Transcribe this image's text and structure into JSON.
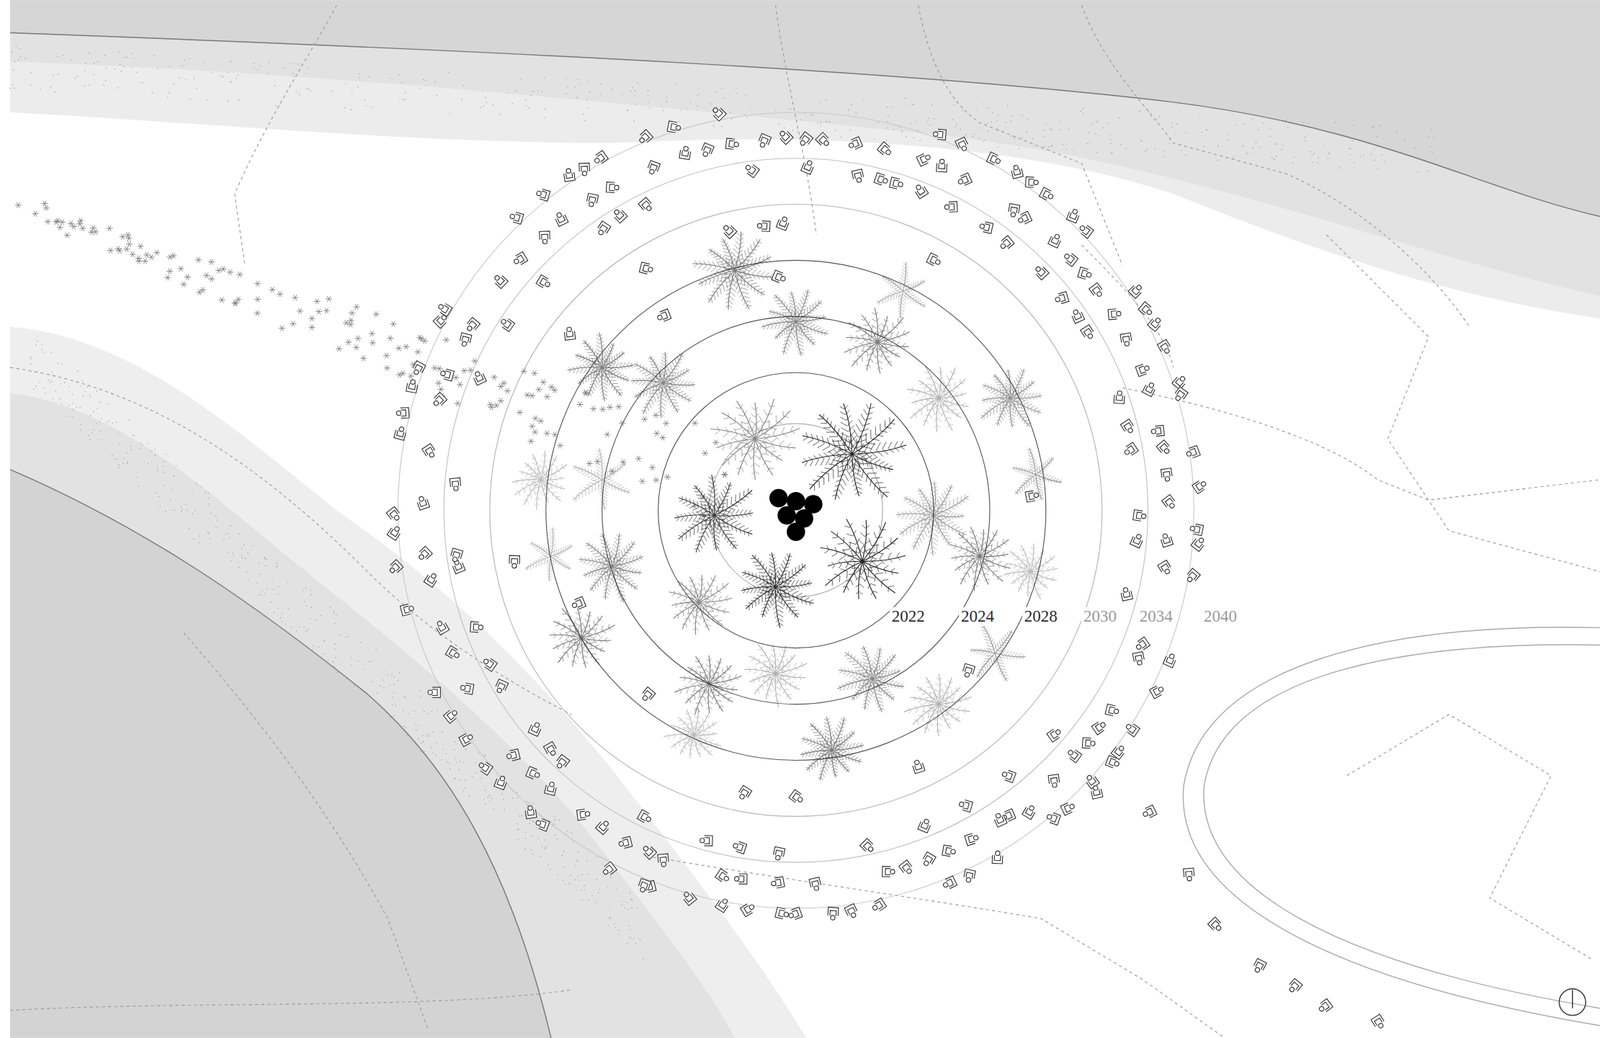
{
  "diagram": {
    "labels": [
      "2022",
      "2024",
      "2028",
      "2030",
      "2034",
      "2040"
    ]
  }
}
